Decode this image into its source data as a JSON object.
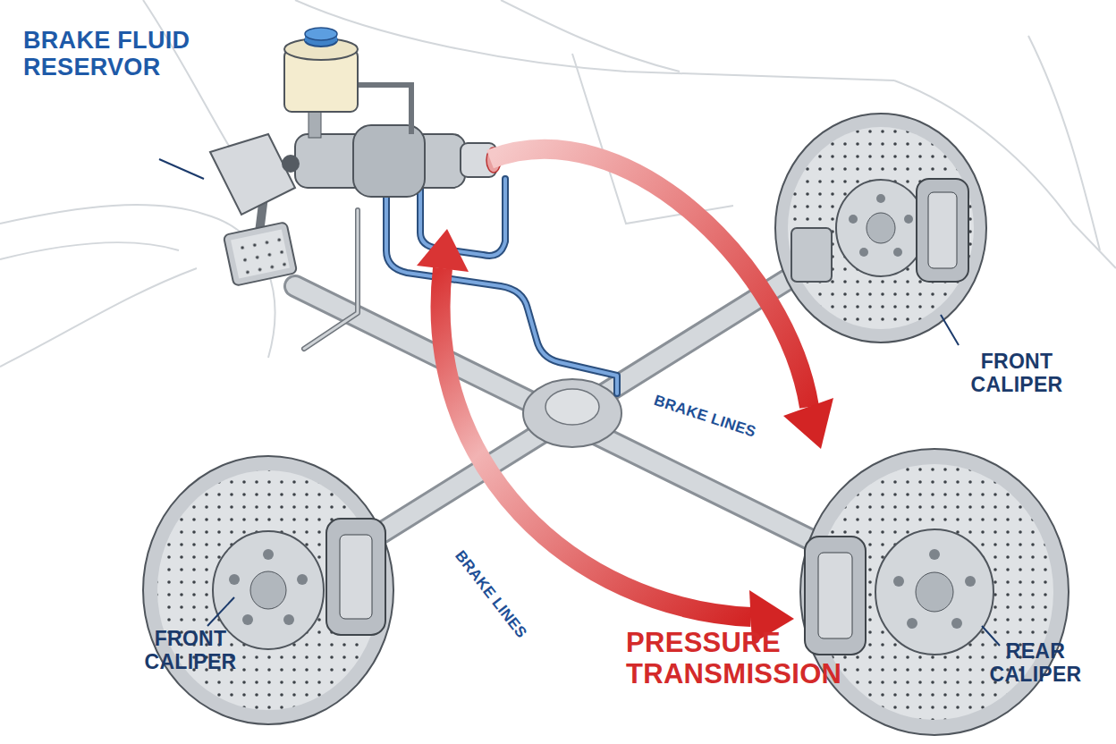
{
  "diagram": {
    "labels": [
      "BRAKE FLUID RESERVOR",
      "FRONT CALIPER",
      "BRAKE LINES",
      "BRAKE LINES",
      "FRONT CALIPER",
      "PRESSURE TRANSMISSION",
      "REAR CALIPER"
    ]
  }
}
